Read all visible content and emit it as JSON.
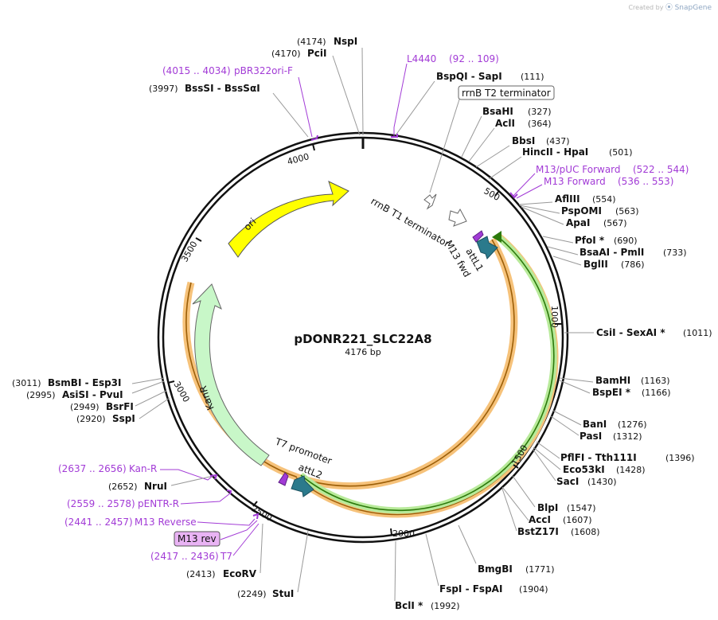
{
  "watermark": {
    "created_by": "Created by",
    "brand": "SnapGene"
  },
  "plasmid": {
    "name": "pDONR221_SLC22A8",
    "length": "4176 bp"
  },
  "ticks": [
    "500",
    "1000",
    "1500",
    "2000",
    "2500",
    "3000",
    "3500",
    "4000"
  ],
  "colors": {
    "ori": "#ffff00",
    "kanr": "#c8f7c8",
    "att": "#2b7a8c",
    "orange": "#f6c27a",
    "green": "#b8ea9a",
    "primer": "#a23bd6",
    "boxed_primer_fill": "#e9b3f4"
  },
  "features": {
    "ori": "ori",
    "kanr": "KanR",
    "rrnb_t1": "rrnB T1 terminator",
    "rrnb_t2": "rrnB T2 terminator",
    "m13_fwd": "M13 fwd",
    "attl1": "attL1",
    "t7_promoter": "T7 promoter",
    "attl2": "attL2",
    "m13_rev": "M13 rev"
  },
  "sites_top": [
    {
      "pos": "(4174)",
      "name": "NspI"
    },
    {
      "pos": "(4170)",
      "name": "PciI"
    }
  ],
  "primer_pbr": {
    "range": "(4015 .. 4034)",
    "name": "pBR322ori-F"
  },
  "site_bsssi": {
    "pos": "(3997)",
    "name": "BssSI  -  BssSαI"
  },
  "primer_l4440": {
    "name": "L4440",
    "range": "(92 .. 109)"
  },
  "site_bspqi": {
    "name": "BspQI  -  SapI",
    "pos": "(111)"
  },
  "sites_right": [
    {
      "name": "BsaHI",
      "pos": "(327)"
    },
    {
      "name": "AclI",
      "pos": "(364)"
    },
    {
      "name": "BbsI",
      "pos": "(437)"
    },
    {
      "name": "HincII  -  HpaI",
      "pos": "(501)"
    },
    {
      "name": "AflIII",
      "pos": "(554)"
    },
    {
      "name": "PspOMI",
      "pos": "(563)"
    },
    {
      "name": "ApaI",
      "pos": "(567)"
    },
    {
      "name": "PfoI *",
      "pos": "(690)"
    },
    {
      "name": "BsaAI  -  PmlI",
      "pos": "(733)"
    },
    {
      "name": "BglII",
      "pos": "(786)"
    },
    {
      "name": "CsiI  -  SexAI *",
      "pos": "(1011)"
    },
    {
      "name": "BamHI",
      "pos": "(1163)"
    },
    {
      "name": "BspEI *",
      "pos": "(1166)"
    },
    {
      "name": "BanI",
      "pos": "(1276)"
    },
    {
      "name": "PasI",
      "pos": "(1312)"
    },
    {
      "name": "PflFI  -  Tth111I",
      "pos": "(1396)"
    },
    {
      "name": "Eco53kI",
      "pos": "(1428)"
    },
    {
      "name": "SacI",
      "pos": "(1430)"
    },
    {
      "name": "BlpI",
      "pos": "(1547)"
    },
    {
      "name": "AccI",
      "pos": "(1607)"
    },
    {
      "name": "BstZ17I",
      "pos": "(1608)"
    },
    {
      "name": "BmgBI",
      "pos": "(1771)"
    },
    {
      "name": "FspI  -  FspAI",
      "pos": "(1904)"
    },
    {
      "name": "BclI *",
      "pos": "(1992)"
    }
  ],
  "primers_right": [
    {
      "name": "M13/pUC Forward",
      "range": "(522 .. 544)"
    },
    {
      "name": "M13 Forward",
      "range": "(536 .. 553)"
    }
  ],
  "sites_left": [
    {
      "pos": "(3011)",
      "name": "BsmBI  -  Esp3I"
    },
    {
      "pos": "(2995)",
      "name": "AsiSI  -  PvuI"
    },
    {
      "pos": "(2949)",
      "name": "BsrFI"
    },
    {
      "pos": "(2920)",
      "name": "SspI"
    },
    {
      "pos": "(2652)",
      "name": "NruI"
    },
    {
      "pos": "(2413)",
      "name": "EcoRV"
    },
    {
      "pos": "(2249)",
      "name": "StuI"
    }
  ],
  "primers_left": [
    {
      "range": "(2637 .. 2656)",
      "name": "Kan-R"
    },
    {
      "range": "(2559 .. 2578)",
      "name": "pENTR-R"
    },
    {
      "range": "(2441 .. 2457)",
      "name": "M13 Reverse"
    },
    {
      "range": "(2417 .. 2436)",
      "name": "T7"
    }
  ]
}
